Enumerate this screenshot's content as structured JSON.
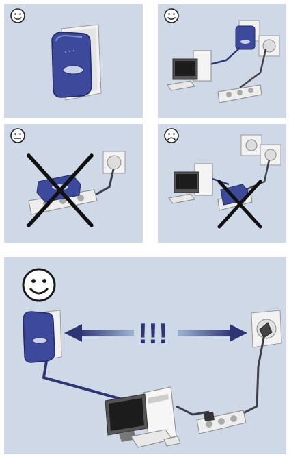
{
  "colors": {
    "panel_bg": "#cfd8e6",
    "device_blue": "#3d4a9c",
    "cable": "#404048",
    "arrow_dark": "#2e3572",
    "arrow_light": "#9fb4d1",
    "cross": "#111111"
  },
  "panels": [
    {
      "mood": "smiley",
      "verdict": "ok"
    },
    {
      "mood": "smiley",
      "verdict": "ok"
    },
    {
      "mood": "neutral",
      "verdict": "crossed-out"
    },
    {
      "mood": "frown",
      "verdict": "crossed-out"
    },
    {
      "mood": "smiley",
      "verdict": "ok"
    }
  ],
  "warning_text": "!!!"
}
